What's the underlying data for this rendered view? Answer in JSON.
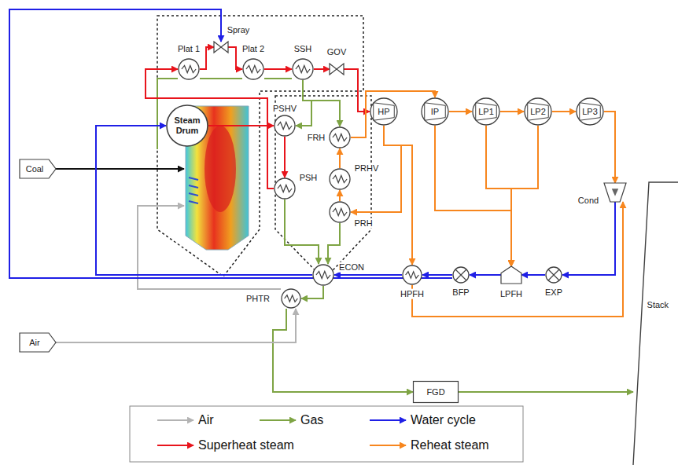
{
  "diagram": {
    "nodes": [
      {
        "text": [
          "Spray"
        ]
      },
      {
        "text": [
          "Plat 1"
        ]
      },
      {
        "text": [
          "Plat 2"
        ]
      },
      {
        "text": [
          "SSH"
        ]
      },
      {
        "text": [
          "GOV"
        ]
      },
      {
        "text": [
          "Steam Drum"
        ]
      },
      {
        "text": [
          "PSHV"
        ]
      },
      {
        "text": [
          "FRH"
        ]
      },
      {
        "text": [
          "PRHV"
        ]
      },
      {
        "text": [
          "PSH"
        ]
      },
      {
        "text": [
          "PRH"
        ]
      },
      {
        "text": [
          "Coal"
        ]
      },
      {
        "text": [
          "ECON"
        ]
      },
      {
        "text": [
          "PHTR"
        ]
      },
      {
        "text": [
          "Air"
        ]
      },
      {
        "text": [
          "HP"
        ]
      },
      {
        "text": [
          "IP"
        ]
      },
      {
        "text": [
          "LP1"
        ]
      },
      {
        "text": [
          "LP2"
        ]
      },
      {
        "text": [
          "LP3"
        ]
      },
      {
        "text": [
          "Cond"
        ]
      },
      {
        "text": [
          "HPFH"
        ]
      },
      {
        "text": [
          "BFP"
        ]
      },
      {
        "text": [
          "LPFH"
        ]
      },
      {
        "text": [
          "EXP"
        ]
      },
      {
        "text": [
          "FGD"
        ]
      },
      {
        "text": [
          "Stack"
        ]
      }
    ],
    "edges": [
      {
        "from": 20,
        "to": 24,
        "arrow": "to"
      },
      {
        "from": 24,
        "to": 23,
        "arrow": "to"
      },
      {
        "from": 23,
        "to": 22,
        "arrow": "to"
      },
      {
        "from": 22,
        "to": 21,
        "arrow": "to"
      },
      {
        "from": 21,
        "to": 12,
        "arrow": "to"
      },
      {
        "from": 12,
        "to": 5,
        "arrow": "to"
      },
      {
        "from": 22,
        "to": 0,
        "arrow": "to"
      },
      {
        "from": 5,
        "to": 6,
        "arrow": "to"
      },
      {
        "from": 6,
        "to": 9,
        "arrow": "to"
      },
      {
        "from": 9,
        "to": 1,
        "arrow": "to"
      },
      {
        "from": 1,
        "to": 0,
        "arrow": "to"
      },
      {
        "from": 0,
        "to": 2,
        "arrow": "to"
      },
      {
        "from": 2,
        "to": 3,
        "arrow": "to"
      },
      {
        "from": 3,
        "to": 4,
        "arrow": "to"
      },
      {
        "from": 4,
        "to": 15,
        "arrow": "to"
      },
      {
        "from": 15,
        "to": 10,
        "arrow": "to"
      },
      {
        "from": 15,
        "to": 21,
        "arrow": "to"
      },
      {
        "from": 10,
        "to": 8,
        "arrow": "to"
      },
      {
        "from": 8,
        "to": 7,
        "arrow": "to"
      },
      {
        "from": 7,
        "to": 16,
        "arrow": "to"
      },
      {
        "from": 16,
        "to": 17,
        "arrow": "to"
      },
      {
        "from": 17,
        "to": 18,
        "arrow": "to"
      },
      {
        "from": 18,
        "to": 19,
        "arrow": "to"
      },
      {
        "from": 19,
        "to": 20,
        "arrow": "to"
      },
      {
        "from": 16,
        "to": 23,
        "arrow": "to"
      },
      {
        "from": 17,
        "to": 23,
        "arrow": "to"
      },
      {
        "from": 18,
        "to": 23,
        "arrow": "to"
      },
      {
        "from": 21,
        "to": 20,
        "arrow": "to"
      },
      {
        "from": 3,
        "to": 7,
        "arrow": "to"
      },
      {
        "from": 3,
        "to": 6,
        "arrow": "to"
      },
      {
        "from": 9,
        "to": 12,
        "arrow": "to"
      },
      {
        "from": 10,
        "to": 12,
        "arrow": "to"
      },
      {
        "from": 12,
        "to": 13,
        "arrow": "to"
      },
      {
        "from": 13,
        "to": 25,
        "arrow": "to"
      },
      {
        "from": 25,
        "to": 26,
        "arrow": "to"
      },
      {
        "from": 14,
        "to": 13,
        "arrow": "to"
      }
    ],
    "legend": [
      {
        "text": "Air"
      },
      {
        "text": "Gas"
      },
      {
        "text": "Water cycle"
      },
      {
        "text": "Superheat steam"
      },
      {
        "text": "Reheat steam"
      }
    ]
  }
}
